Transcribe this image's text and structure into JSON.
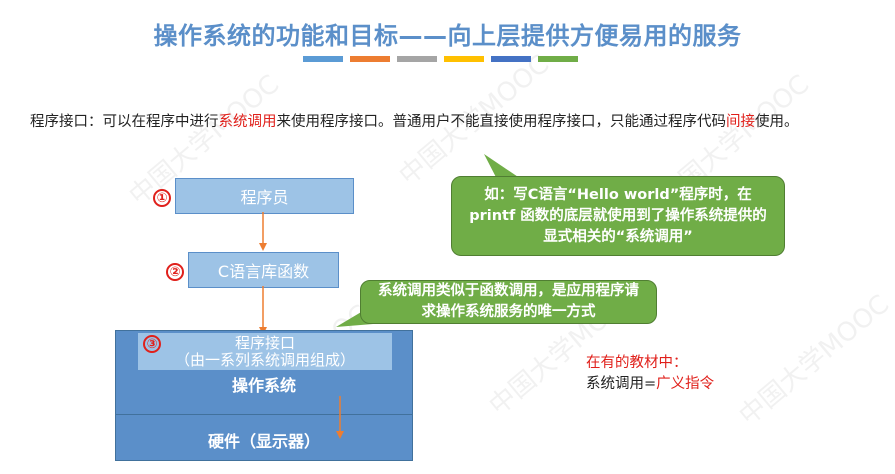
{
  "slide": {
    "title": "操作系统的功能和目标——向上层提供方便易用的服务",
    "accent_colors": [
      "#5b9bd5",
      "#ed7d31",
      "#a5a5a5",
      "#ffc000",
      "#4472c4",
      "#70ad47"
    ],
    "intro": {
      "p1": "程序接口：可以在程序中进行",
      "p2": "系统调用",
      "p3": "来使用程序接口。普通用户不能直接使用程序接口，只能通过程序代码",
      "p4": "间接",
      "p5": "使用。"
    },
    "diagram": {
      "step1_num": "①",
      "step1_label": "程序员",
      "step2_num": "②",
      "step2_label": "C语言库函数",
      "step3_num": "③",
      "step3_label_line1": "程序接口",
      "step3_label_line2": "（由一系列系统调用组成）",
      "os_label": "操作系统",
      "hw_label": "硬件（显示器）"
    },
    "callout_top": "如：写C语言“Hello world”程序时，在printf 函数的底层就使用到了操作系统提供的显式相关的“系统调用”",
    "callout_mid": "系统调用类似于函数调用，是应用程序请求操作系统服务的唯一方式",
    "note_line1": "在有的教材中：",
    "note_line2_a": "系统调用=",
    "note_line2_b": "广义指令",
    "watermark": "中国大学MOOC"
  }
}
